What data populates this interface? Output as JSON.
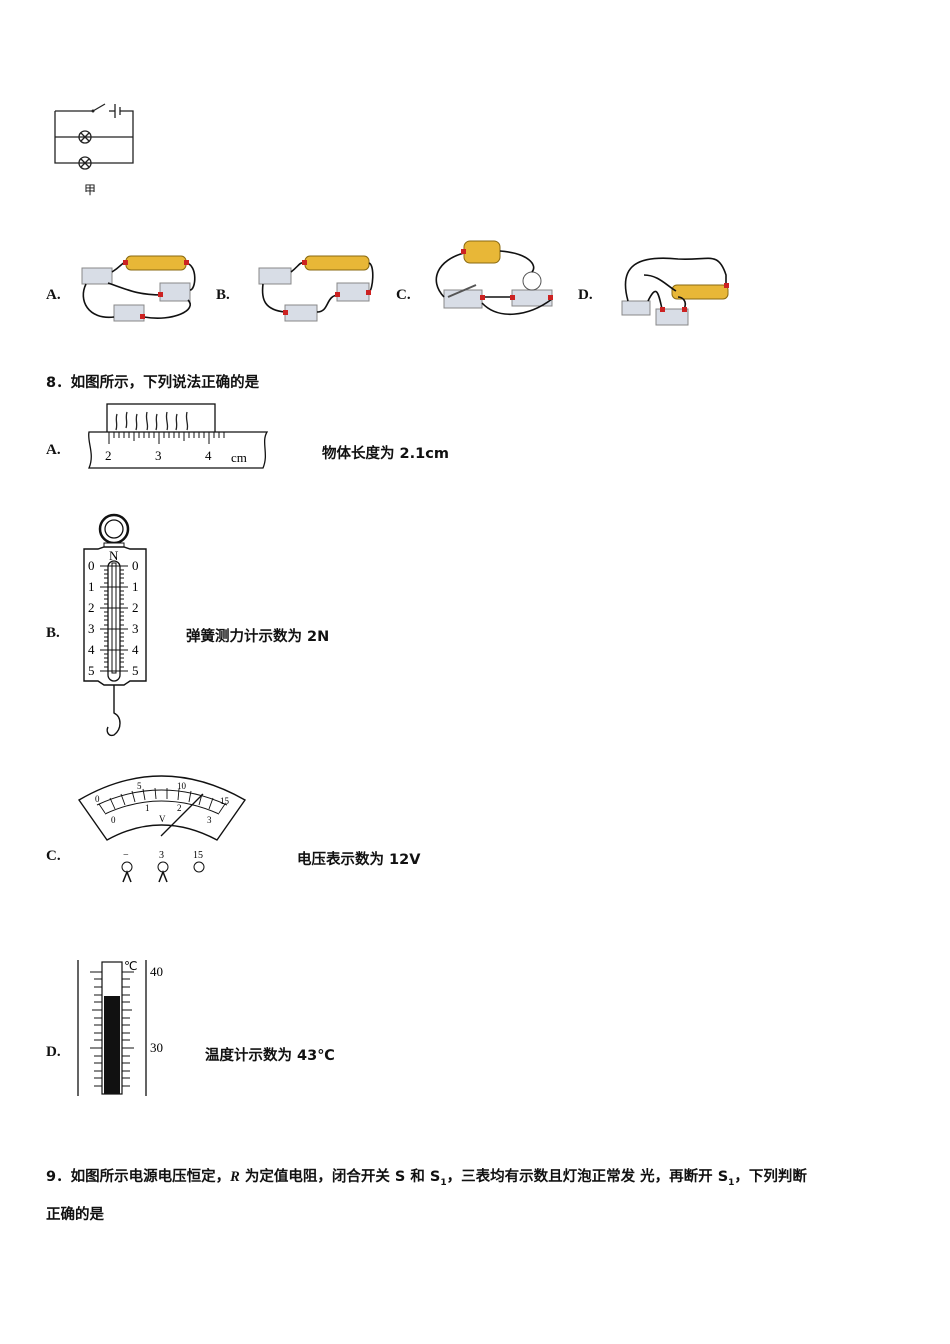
{
  "q7": {
    "circuit_label": "甲",
    "options": [
      {
        "letter": "A.",
        "figure": "physical-circuit-a"
      },
      {
        "letter": "B.",
        "figure": "physical-circuit-b"
      },
      {
        "letter": "C.",
        "figure": "physical-circuit-c"
      },
      {
        "letter": "D.",
        "figure": "physical-circuit-d"
      }
    ]
  },
  "q8": {
    "stem": "8．如图所示，下列说法正确的是",
    "a": {
      "letter": "A.",
      "text": "物体长度为 2.1cm",
      "ruler_ticks": [
        "2",
        "3",
        "4"
      ],
      "ruler_unit": "cm"
    },
    "b": {
      "letter": "B.",
      "text": "弹簧测力计示数为 2N",
      "scale_unit": "N",
      "scale_ticks": [
        "0",
        "1",
        "2",
        "3",
        "4",
        "5"
      ]
    },
    "c": {
      "letter": "C.",
      "text": "电压表示数为 12V",
      "upper_ticks": [
        "0",
        "5",
        "10",
        "15"
      ],
      "lower_ticks": [
        "0",
        "1",
        "2",
        "3"
      ],
      "unit": "V",
      "terminals": [
        "−",
        "3",
        "15"
      ]
    },
    "d": {
      "letter": "D.",
      "text": "温度计示数为 43℃",
      "unit": "℃",
      "ticks": [
        "40",
        "30"
      ]
    }
  },
  "q9": {
    "line1_a": "9．如图所示电源电压恒定，",
    "line1_r": "R",
    "line1_b": " 为定值电阻，闭合开关 S 和 S",
    "sub1": "1",
    "line1_c": "，三表均有示数且灯泡正常发 光，再断开 S",
    "sub2": "1",
    "line1_d": "，下列判断",
    "line2": "正确的是"
  }
}
